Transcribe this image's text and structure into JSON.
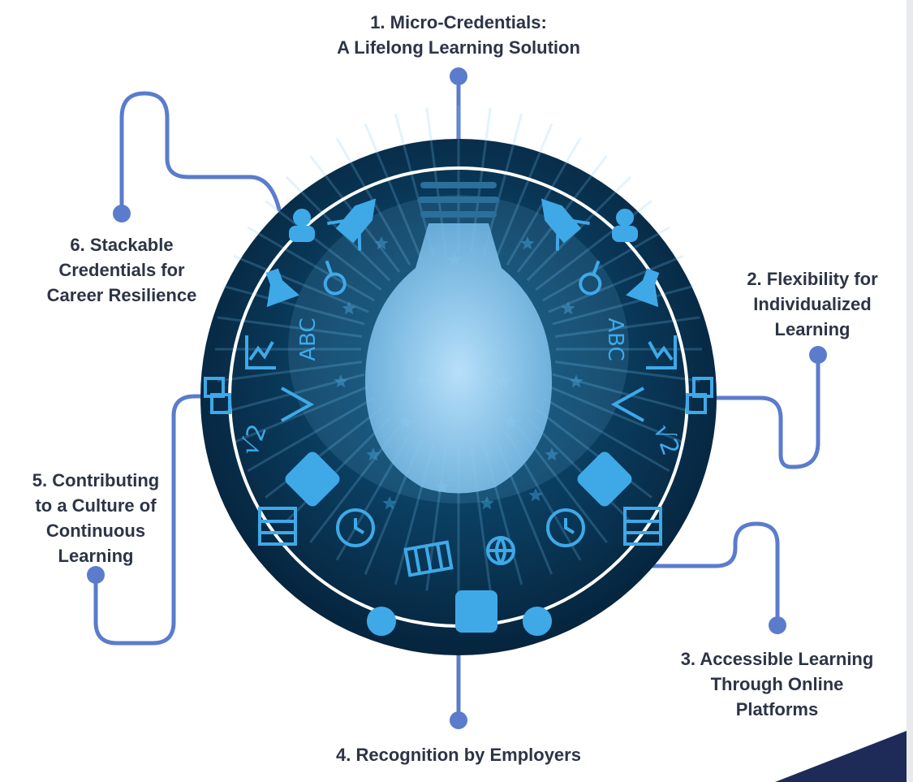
{
  "diagram": {
    "colors": {
      "connector": "#5b7ccc",
      "label_text": "#2d3446",
      "circle_dark": "#06243d",
      "circle_mid": "#0f5a86",
      "icon_blue": "#3fa9e8",
      "ring": "#ffffff",
      "corner_accent": "#1e2b58"
    },
    "center_icon": "lightbulb-icon",
    "decorative_icons": [
      "rocket-icon",
      "person-icon",
      "flask-icon",
      "abc-icon",
      "graph-icon",
      "compass-icon",
      "square-root-icon",
      "calculator-icon",
      "clock-icon",
      "abacus-icon",
      "globe-icon",
      "apple-icon",
      "blocks-icon",
      "microscope-icon",
      "star-icon"
    ],
    "nodes": [
      {
        "id": "1",
        "lines": [
          "1. Micro-Credentials:",
          "A Lifelong Learning Solution"
        ]
      },
      {
        "id": "2",
        "lines": [
          "2. Flexibility for",
          "Individualized",
          "Learning"
        ]
      },
      {
        "id": "3",
        "lines": [
          "3. Accessible Learning",
          "Through Online",
          "Platforms"
        ]
      },
      {
        "id": "4",
        "lines": [
          "4. Recognition by Employers"
        ]
      },
      {
        "id": "5",
        "lines": [
          "5. Contributing",
          "to a Culture of",
          "Continuous",
          "Learning"
        ]
      },
      {
        "id": "6",
        "lines": [
          "6. Stackable",
          "Credentials for",
          "Career Resilience"
        ]
      }
    ]
  }
}
